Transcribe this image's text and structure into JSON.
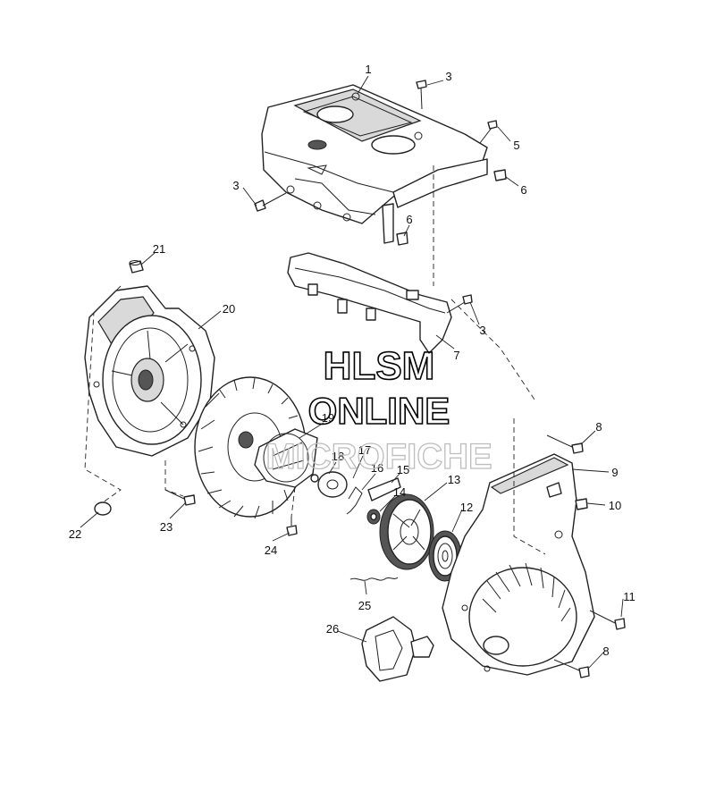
{
  "callouts": [
    {
      "id": "c1",
      "label": "1"
    },
    {
      "id": "c3a",
      "label": "3"
    },
    {
      "id": "c5",
      "label": "5"
    },
    {
      "id": "c6a",
      "label": "6"
    },
    {
      "id": "c3b",
      "label": "3"
    },
    {
      "id": "c6b",
      "label": "6"
    },
    {
      "id": "c21",
      "label": "21"
    },
    {
      "id": "c20",
      "label": "20"
    },
    {
      "id": "c3c",
      "label": "3"
    },
    {
      "id": "c7",
      "label": "7"
    },
    {
      "id": "c19",
      "label": "19"
    },
    {
      "id": "c18",
      "label": "18"
    },
    {
      "id": "c17",
      "label": "17"
    },
    {
      "id": "c16",
      "label": "16"
    },
    {
      "id": "c15",
      "label": "15"
    },
    {
      "id": "c14",
      "label": "14"
    },
    {
      "id": "c13",
      "label": "13"
    },
    {
      "id": "c12",
      "label": "12"
    },
    {
      "id": "c8a",
      "label": "8"
    },
    {
      "id": "c9",
      "label": "9"
    },
    {
      "id": "c10",
      "label": "10"
    },
    {
      "id": "c11",
      "label": "11"
    },
    {
      "id": "c8b",
      "label": "8"
    },
    {
      "id": "c22",
      "label": "22"
    },
    {
      "id": "c23",
      "label": "23"
    },
    {
      "id": "c24",
      "label": "24"
    },
    {
      "id": "c25",
      "label": "25"
    },
    {
      "id": "c26",
      "label": "26"
    }
  ],
  "watermark": {
    "line1": "HLSM",
    "line2": "ONLINE",
    "line3": "MICROFICHE"
  }
}
